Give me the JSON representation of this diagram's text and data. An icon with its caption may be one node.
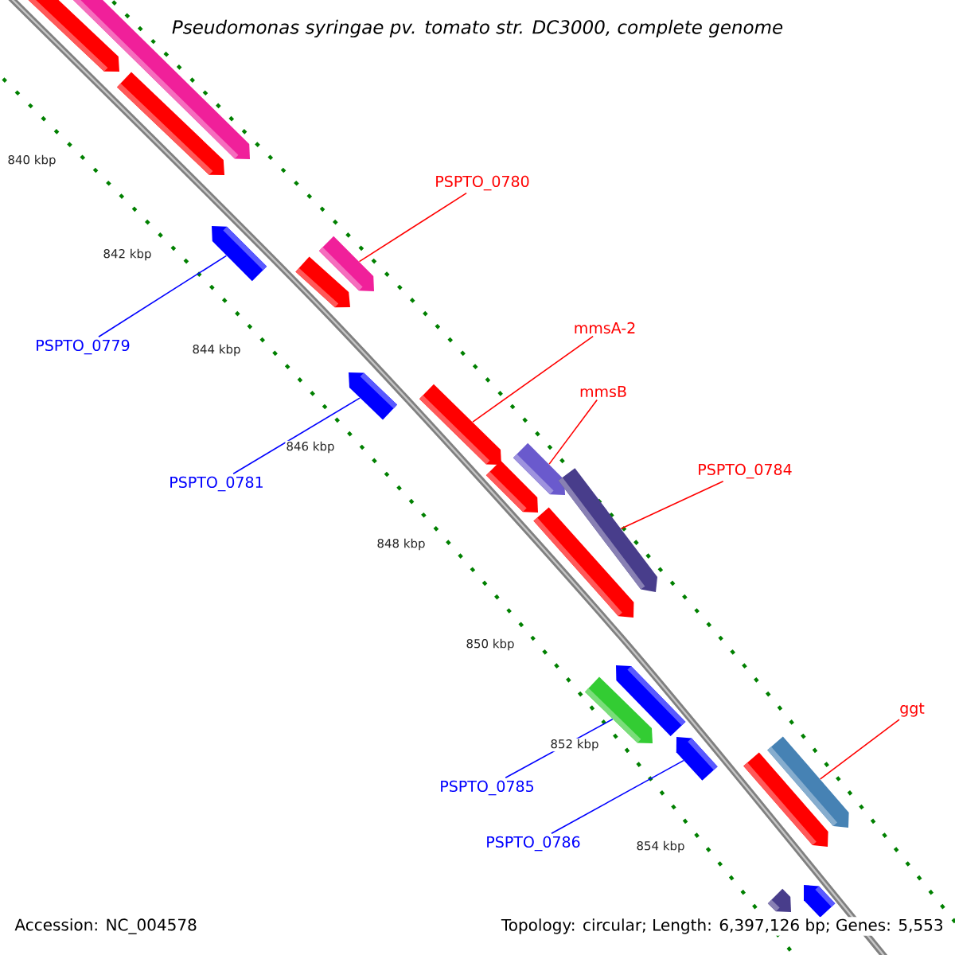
{
  "diagram": {
    "title": "Pseudomonas syringae pv. tomato str. DC3000, complete genome",
    "nodes": [
      {
        "text": [
          "PSPTO_0780"
        ]
      },
      {
        "text": [
          "PSPTO_0779"
        ]
      },
      {
        "text": [
          "mmsA-2"
        ]
      },
      {
        "text": [
          "mmsB"
        ]
      },
      {
        "text": [
          "PSPTO_0784"
        ]
      },
      {
        "text": [
          "PSPTO_0781"
        ]
      },
      {
        "text": [
          "PSPTO_0785"
        ]
      },
      {
        "text": [
          "PSPTO_0786"
        ]
      },
      {
        "text": [
          "ggt"
        ]
      },
      {
        "text": [],
        "shape": "bar"
      },
      {
        "text": [],
        "shape": "bar"
      },
      {
        "text": [],
        "shape": "bar"
      },
      {
        "text": [],
        "shape": "bar"
      },
      {
        "text": [],
        "shape": "bar"
      },
      {
        "text": [],
        "shape": "bar"
      },
      {
        "text": [],
        "shape": "bar"
      },
      {
        "text": [],
        "shape": "bar"
      },
      {
        "text": [],
        "shape": "bar"
      },
      {
        "text": [],
        "shape": "bar"
      },
      {
        "text": [],
        "shape": "bar"
      },
      {
        "text": [],
        "shape": "bar"
      },
      {
        "text": [],
        "shape": "bar"
      },
      {
        "text": [],
        "shape": "bar"
      },
      {
        "text": [],
        "shape": "bar"
      },
      {
        "text": [],
        "shape": "bar"
      },
      {
        "text": [],
        "shape": "bar"
      },
      {
        "text": [],
        "shape": "bar"
      },
      {
        "text": [],
        "shape": "bar"
      }
    ],
    "edges": [
      {
        "from": 0,
        "to": 13,
        "arrow": "none"
      },
      {
        "from": 1,
        "to": 12,
        "arrow": "none",
        "color": "#0000ff"
      },
      {
        "from": 2,
        "to": 16,
        "arrow": "none"
      },
      {
        "from": 3,
        "to": 17,
        "arrow": "none"
      },
      {
        "from": 4,
        "to": 19,
        "arrow": "none"
      },
      {
        "from": 5,
        "to": 15,
        "arrow": "none",
        "color": "#0000ff"
      },
      {
        "from": 6,
        "to": 22,
        "arrow": "none",
        "color": "#0000ff"
      },
      {
        "from": 7,
        "to": 23,
        "arrow": "none",
        "color": "#0000ff"
      },
      {
        "from": 8,
        "to": 25,
        "arrow": "none"
      }
    ],
    "labels": [
      "840 kbp",
      "842 kbp",
      "844 kbp",
      "846 kbp",
      "848 kbp",
      "850 kbp",
      "852 kbp",
      "854 kbp",
      "Accession: NC_004578",
      "Topology: circular; Length: 6,397,126 bp; Genes: 5,553"
    ]
  }
}
